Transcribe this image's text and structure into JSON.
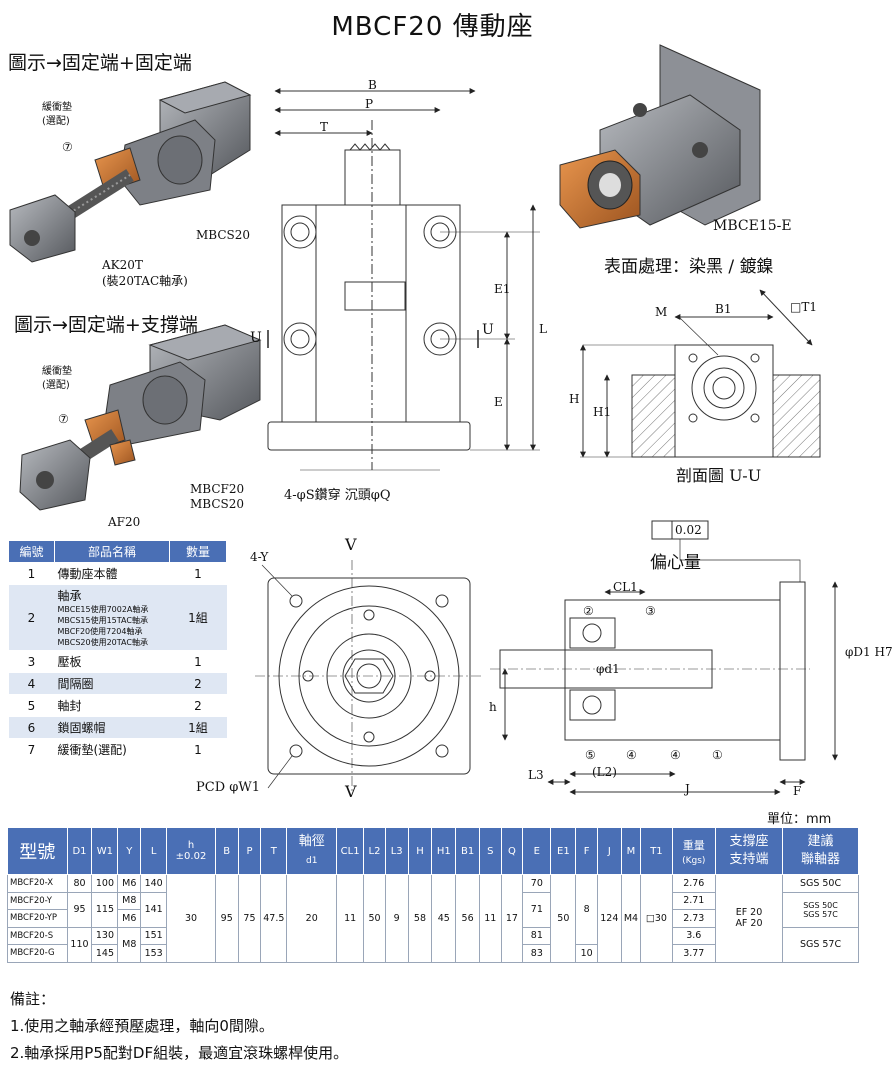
{
  "title": "MBCF20 傳動座",
  "captions": {
    "fixed_fixed": "圖示→固定端+固定端",
    "fixed_support": "圖示→固定端+支撐端",
    "surface": "表面處理：染黑 / 鍍鎳",
    "section": "剖面圖 U-U",
    "eccentric": "偏心量",
    "mbce": "MBCE15-E",
    "unit": "單位：mm"
  },
  "callouts": {
    "buffer1": "緩衝墊",
    "buffer1b": "(選配)",
    "circ7": "⑦",
    "mbcs20": "MBCS20",
    "ak20t": "AK20T",
    "ak20t_b": "(裝20TAC軸承)",
    "buffer2": "緩衝墊",
    "buffer2b": "(選配)",
    "mbcf20": "MBCF20",
    "mbcs20b": "MBCS20",
    "af20": "AF20"
  },
  "dims": {
    "B": "B",
    "P": "P",
    "T": "T",
    "E1": "E1",
    "L": "L",
    "E": "E",
    "U_left": "U",
    "U_right": "U",
    "holes": "4-φS鑽穿  沉頭φQ",
    "M": "M",
    "B1": "B1",
    "T1": "□T1",
    "H": "H",
    "H1": "H1",
    "fourY": "4-Y",
    "V_top": "V",
    "V_bottom": "V",
    "PCD": "PCD φW1",
    "tol": "0.02",
    "CL1": "CL1",
    "D1H7": "φD1 H7",
    "d1": "φd1",
    "h": "h",
    "L3": "L3",
    "L2": "(L2)",
    "J": "J",
    "F": "F",
    "n1": "①",
    "n2": "②",
    "n3": "③",
    "n4a": "④",
    "n4b": "④",
    "n5": "⑤"
  },
  "parts_table": {
    "headers": [
      "編號",
      "部品名稱",
      "數量"
    ],
    "rows": [
      {
        "no": "1",
        "name": "傳動座本體",
        "qty": "1"
      },
      {
        "no": "2",
        "name": "軸承",
        "qty": "1組",
        "sub": [
          "MBCE15使用7002A軸承",
          "MBCS15使用15TAC軸承",
          "MBCF20使用7204軸承",
          "MBCS20使用20TAC軸承"
        ]
      },
      {
        "no": "3",
        "name": "壓板",
        "qty": "1"
      },
      {
        "no": "4",
        "name": "間隔圈",
        "qty": "2"
      },
      {
        "no": "5",
        "name": "軸封",
        "qty": "2"
      },
      {
        "no": "6",
        "name": "鎖固螺帽",
        "qty": "1組"
      },
      {
        "no": "7",
        "name": "緩衝墊(選配)",
        "qty": "1"
      }
    ]
  },
  "spec_table": {
    "headers": {
      "model": "型號",
      "D1": "D1",
      "W1": "W1",
      "Y": "Y",
      "L": "L",
      "h": "h",
      "h_tol": "±0.02",
      "B": "B",
      "P": "P",
      "T": "T",
      "shaft": "軸徑",
      "shaft_sub": "d1",
      "CL1": "CL1",
      "L2": "L2",
      "L3": "L3",
      "H": "H",
      "H1": "H1",
      "B1": "B1",
      "S": "S",
      "Q": "Q",
      "E": "E",
      "E1": "E1",
      "F": "F",
      "J": "J",
      "M": "M",
      "T1": "T1",
      "weight": "重量",
      "weight_unit": "(Kgs)",
      "support": "支撐座",
      "support2": "支持端",
      "screw": "建議",
      "screw2": "聯軸器"
    },
    "models": [
      "MBCF20-X",
      "MBCF20-Y",
      "MBCF20-YP",
      "MBCF20-S",
      "MBCF20-G"
    ],
    "D1": [
      "80",
      "95",
      "110"
    ],
    "W1": [
      "100",
      "115",
      "130",
      "145"
    ],
    "Y": [
      "M6",
      "M8",
      "M6",
      "M8"
    ],
    "L": [
      "140",
      "141",
      "151",
      "153"
    ],
    "common": {
      "h": "30",
      "B": "95",
      "P": "75",
      "T": "47.5",
      "d1": "20",
      "CL1": "11",
      "L2": "50",
      "L3": "9",
      "H": "58",
      "H1": "45",
      "B1": "56",
      "S": "11",
      "Q": "17",
      "E1": "50",
      "J": "124",
      "M": "M4",
      "T1": "□30"
    },
    "E": [
      "70",
      "71",
      "81",
      "83"
    ],
    "F": [
      "8",
      "10"
    ],
    "weight": [
      "2.76",
      "2.71",
      "2.73",
      "3.6",
      "3.77"
    ],
    "support": "EF 20\nAF 20",
    "screw": [
      "SGS 50C",
      "SGS 50C\nSGS 57C",
      "SGS 57C"
    ]
  },
  "notes": {
    "title": "備註：",
    "items": [
      "1.使用之軸承經預壓處理，軸向0間隙。",
      "2.軸承採用P5配對DF組裝，最適宜滾珠螺桿使用。"
    ]
  },
  "colors": {
    "header": "#4a6fb5",
    "row_alt": "#dfe7f3",
    "bronze": "#c8732e",
    "metal": "#8a8d92"
  }
}
